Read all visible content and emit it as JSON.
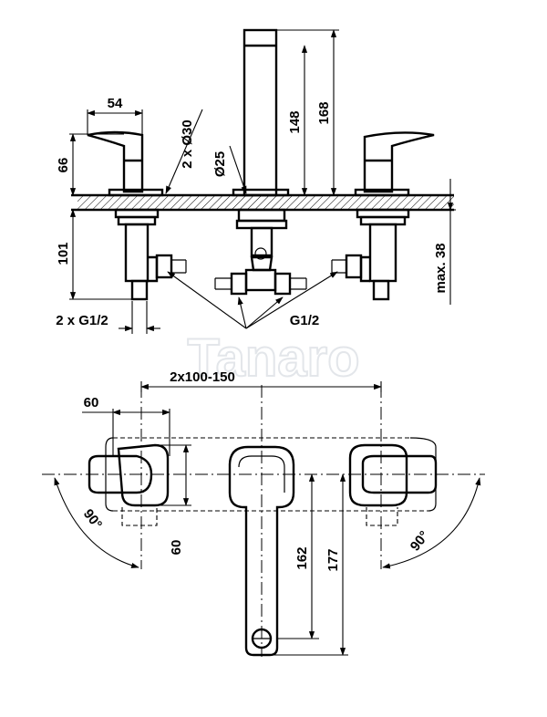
{
  "front_view": {
    "labels": {
      "width_54": "54",
      "height_66": "66",
      "height_101": "101",
      "height_148": "148",
      "height_168": "168",
      "hole_handles": "2 x Ø30",
      "hole_spout": "Ø25",
      "max_38": "max. 38",
      "connection_handles": "2 x G1/2",
      "connection_spout": "G1/2"
    }
  },
  "top_view": {
    "labels": {
      "spacing": "2x100-150",
      "width_60": "60",
      "depth_60": "60",
      "reach_162": "162",
      "reach_177": "177",
      "angle_left": "90°",
      "angle_right": "90°"
    }
  },
  "watermark": {
    "text": "Tanaro"
  }
}
